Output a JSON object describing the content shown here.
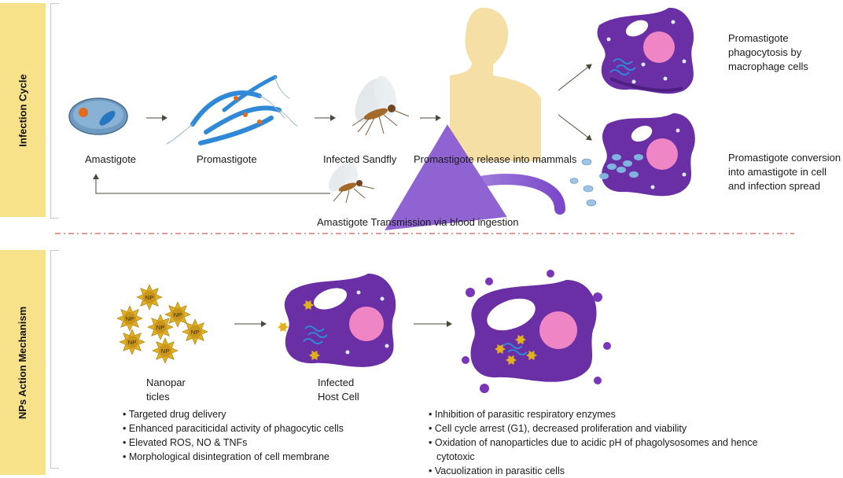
{
  "sections": {
    "infection": "Infection Cycle",
    "nps": "NPs Action Mechanism"
  },
  "cycle": {
    "amastigote": "Amastigote",
    "promastigote": "Promastigote",
    "sandfly": "Infected Sandfly",
    "release": "Promastigote release into mammals",
    "phagocytosis": [
      "Promastigote",
      "phagocytosis by",
      "macrophage cells"
    ],
    "conversion": [
      "Promastigote conversion",
      "into amastigote in cell",
      "and infection spread"
    ],
    "transmission": "Amastigote Transmission via blood ingestion"
  },
  "mechanism": {
    "nano_label": [
      "Nanopar",
      "ticles"
    ],
    "np_tag": "NP",
    "host_label": [
      "Infected",
      "Host Cell"
    ],
    "left_bullets": [
      "Targeted drug delivery",
      "Enhanced paraciticidal  activity  of  phagocytic cells",
      "Elevated  ROS, NO & TNFs",
      "Morphological disintegration of cell membrane"
    ],
    "right_bullets": [
      "Inhibition of parasitic respiratory enzymes",
      "Cell cycle arrest (G1), decreased proliferation and viability",
      "Oxidation of nanoparticles due to acidic pH of phagolysosomes and hence",
      "cytotoxic",
      "Vacuolization in parasitic cells"
    ]
  },
  "colors": {
    "band": "#f7e28a",
    "macrophage": "#6a2fa5",
    "nucleus": "#ef85c4",
    "parasite": "#2f89d6",
    "nanoparticle": "#e0b021",
    "skin": "#f6dfa4",
    "divider": "#d05a5a"
  }
}
